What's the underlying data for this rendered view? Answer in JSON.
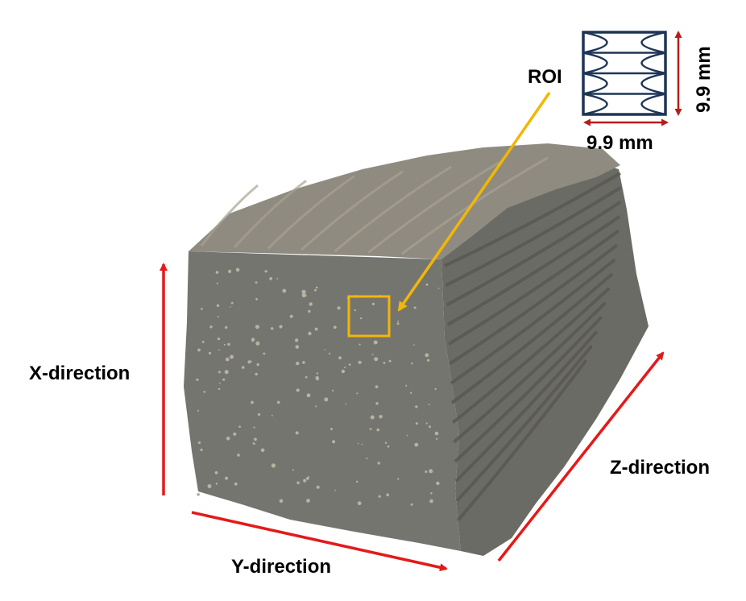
{
  "labels": {
    "roi": "ROI",
    "x_direction": "X-direction",
    "y_direction": "Y-direction",
    "z_direction": "Z-direction",
    "width_dimension": "9.9 mm",
    "height_dimension": "9.9 mm"
  },
  "colors": {
    "arrow": "#e31a1a",
    "dimension_arrow": "#b71c1c",
    "roi": "#f2b705",
    "specimen_front": "#757570",
    "specimen_side": "#6b6b66",
    "specimen_top": "#8f8b80",
    "pore_highlight": "#b8b29f",
    "inset_outline": "#1f3556"
  }
}
